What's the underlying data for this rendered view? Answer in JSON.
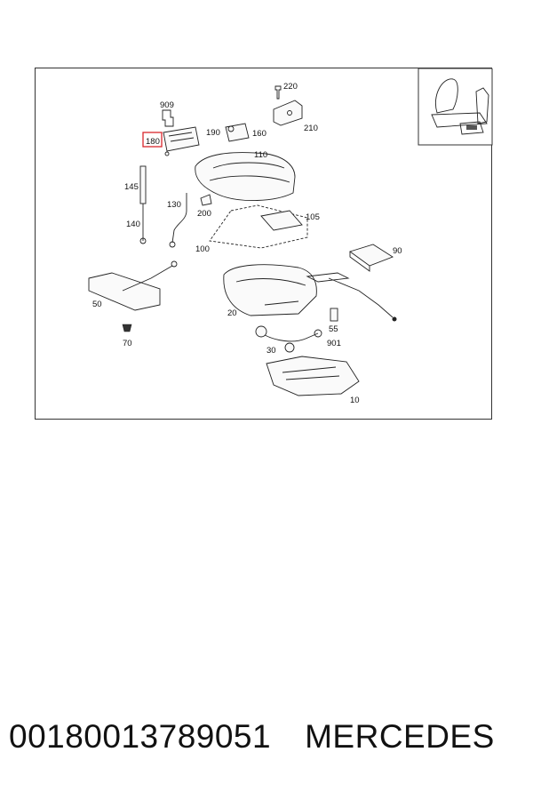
{
  "diagram": {
    "highlight_color": "#d9262c",
    "highlighted_label": "180",
    "labels": [
      "909",
      "180",
      "220",
      "210",
      "190",
      "160",
      "110",
      "145",
      "130",
      "200",
      "105",
      "140",
      "100",
      "90",
      "50",
      "20",
      "70",
      "55",
      "30",
      "901",
      "10"
    ]
  },
  "footer": {
    "part_number": "00180013789051",
    "brand": "MERCEDES"
  }
}
